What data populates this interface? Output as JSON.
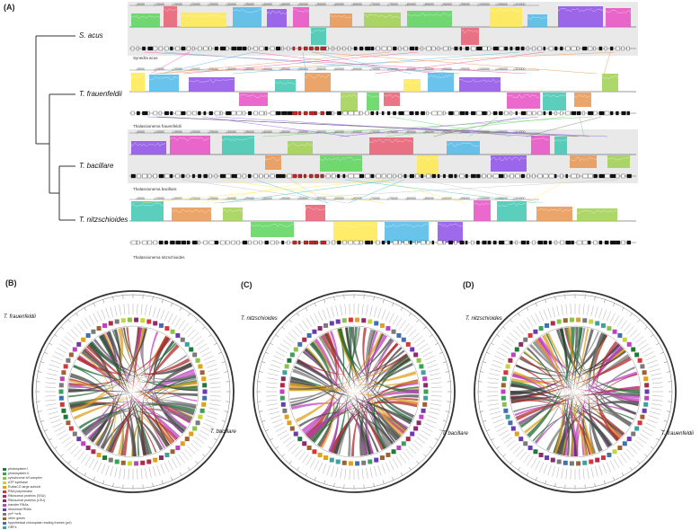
{
  "panels": {
    "a": "(A)",
    "b": "(B)",
    "c": "(C)",
    "d": "(D)"
  },
  "tree": {
    "taxa": [
      "S. acus",
      "T. frauenfeldii",
      "T. bacillare",
      "T. nitzschioides"
    ]
  },
  "mauve": {
    "genome_labels": [
      "Synedra acus",
      "Thalassionema frauenfeldii",
      "Thalassionema bacillare",
      "Thalassionema nitzschioides"
    ],
    "ticks": [
      "5000",
      "10000",
      "15000",
      "20000",
      "25000",
      "30000",
      "35000",
      "40000",
      "45000",
      "50000",
      "55000",
      "60000",
      "65000",
      "70000",
      "75000",
      "80000",
      "85000",
      "90000",
      "95000",
      "100000",
      "105000",
      "110000"
    ],
    "block_colors": [
      "#5cd35c",
      "#e85c72",
      "#ffe94d",
      "#4fb9e8",
      "#8e4fe8",
      "#e84fc4",
      "#3ec7b0",
      "#e8944f",
      "#a0d050"
    ]
  },
  "circos": [
    {
      "top_label": "T. frauenfeldii",
      "bottom_label": "T. bacillare"
    },
    {
      "top_label": "T. nitzschioides",
      "bottom_label": "T. bacillare"
    },
    {
      "top_label": "T. nitzschioides",
      "bottom_label": "T. frauenfeldii"
    }
  ],
  "legend": [
    {
      "label": "photosystem I",
      "color": "#1f7a3a"
    },
    {
      "label": "photosystem II",
      "color": "#3aa05a"
    },
    {
      "label": "cytochrome b/f complex",
      "color": "#8bc34a"
    },
    {
      "label": "ATP synthase",
      "color": "#c6d63a"
    },
    {
      "label": "RubisCO large subunit",
      "color": "#e0a020"
    },
    {
      "label": "RNA polymerase",
      "color": "#d9343a"
    },
    {
      "label": "Ribosomal proteins (SSU)",
      "color": "#b02a4a"
    },
    {
      "label": "Ribosomal proteins (LSU)",
      "color": "#8c2a6a"
    },
    {
      "label": "transfer RNAs",
      "color": "#c040c0"
    },
    {
      "label": "ribosomal RNAs",
      "color": "#6a3ab0"
    },
    {
      "label": "ycf* *orfs",
      "color": "#7a7a7a"
    },
    {
      "label": "other genes",
      "color": "#a06030"
    },
    {
      "label": "hypothetical chloroplast reading frames (ycf)",
      "color": "#4070b0"
    },
    {
      "label": "ORFs",
      "color": "#40a0a0"
    }
  ]
}
